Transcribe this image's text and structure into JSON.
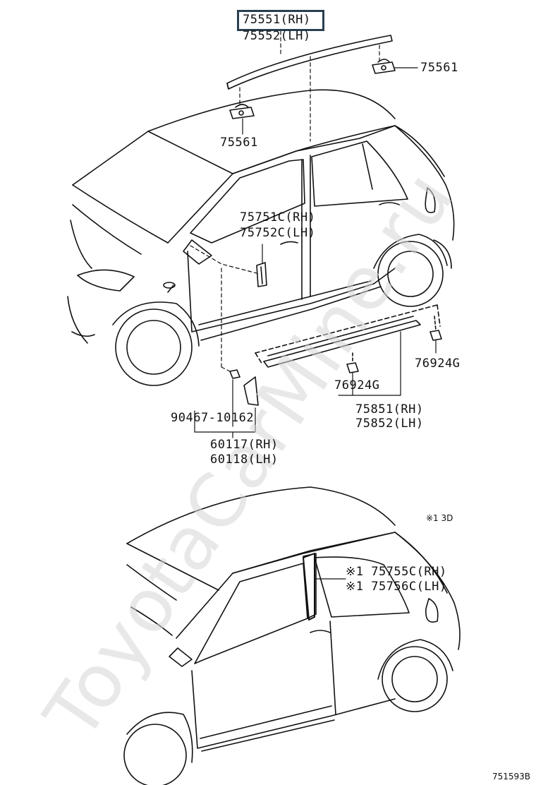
{
  "watermark": "ToyotaCarMine.ru",
  "highlight_color": "#2a3f4f",
  "parts": {
    "p75551": "75551(RH)",
    "p75552": "75552(LH)",
    "p75561_right": "75561",
    "p75561_left": "75561",
    "p75751c": "75751C(RH)",
    "p75752c": "75752C(LH)",
    "p76924g_right": "76924G",
    "p76924g_left": "76924G",
    "p75851": "75851(RH)",
    "p75852": "75852(LH)",
    "p90467": "90467-10162",
    "p60117": "60117(RH)",
    "p60118": "60118(LH)",
    "p75755c": "※1 75755C(RH)",
    "p75756c": "※1 75756C(LH)"
  },
  "note_3d": "※1 3D",
  "diagram_code": "751593B"
}
